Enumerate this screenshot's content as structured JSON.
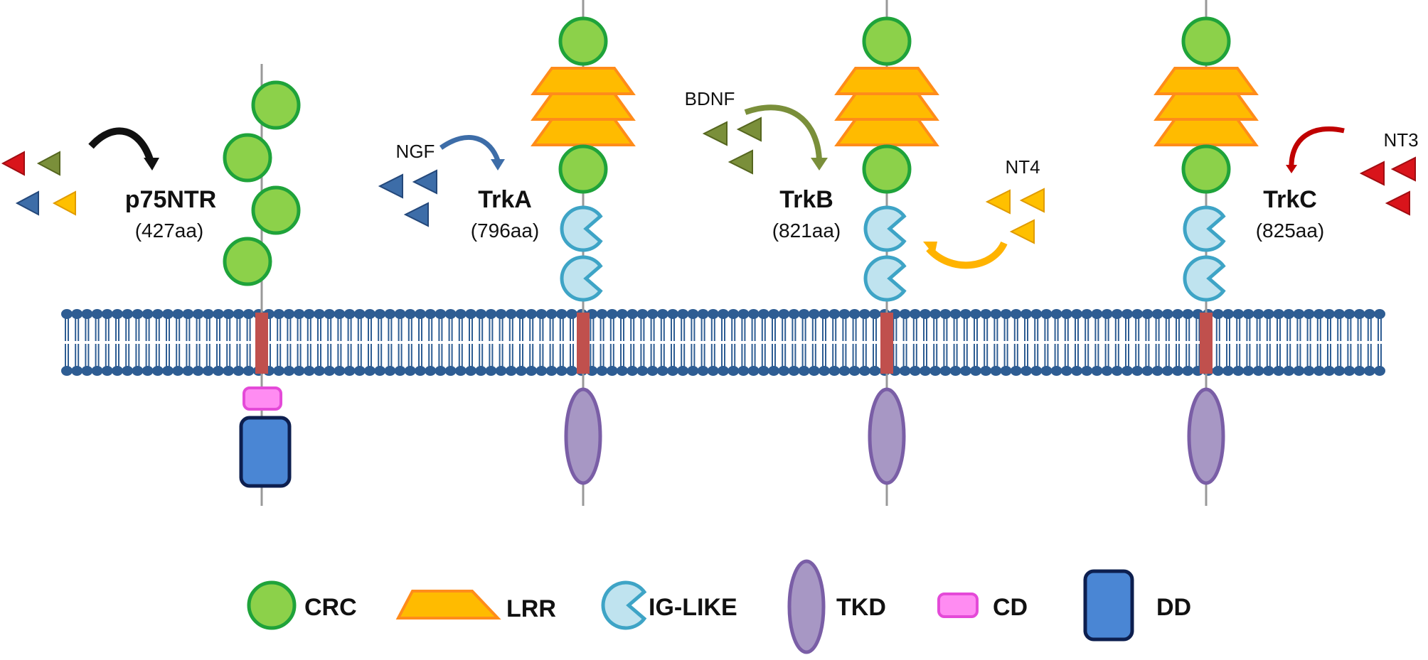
{
  "receptors": [
    {
      "name": "p75NTR",
      "length": "(427aa)"
    },
    {
      "name": "TrkA",
      "length": "(796aa)"
    },
    {
      "name": "TrkB",
      "length": "(821aa)"
    },
    {
      "name": "TrkC",
      "length": "(825aa)"
    }
  ],
  "ligands": [
    {
      "name": "NGF",
      "color": "#3d6da8"
    },
    {
      "name": "BDNF",
      "color": "#7a8f3a"
    },
    {
      "name": "NT4",
      "color": "#ffc000"
    },
    {
      "name": "NT3",
      "color": "#d9141b"
    }
  ],
  "legend": [
    {
      "label": "CRC",
      "shape": "green-circle",
      "color": "#8cd14a"
    },
    {
      "label": "LRR",
      "shape": "orange-trapezoid",
      "color": "#ffb300"
    },
    {
      "label": "IG-LIKE",
      "shape": "blue-pacman",
      "color": "#bfe3ef"
    },
    {
      "label": "TKD",
      "shape": "purple-ellipse",
      "color": "#a797c4"
    },
    {
      "label": "CD",
      "shape": "pink-rounded-rect",
      "color": "#ff8cf2"
    },
    {
      "label": "DD",
      "shape": "blue-rounded-rect",
      "color": "#4a86d4"
    }
  ],
  "colors": {
    "membrane": "#2e5d93",
    "transmembrane": "#c0504d",
    "crc_fill": "#8cd14a",
    "crc_stroke": "#1fa33a",
    "lrr_fill": "#ffbb00",
    "lrr_stroke": "#ff8c1a",
    "ig_fill": "#bfe3ef",
    "ig_stroke": "#3ea4c6",
    "tkd_fill": "#a797c4",
    "tkd_stroke": "#7a5ea6"
  }
}
